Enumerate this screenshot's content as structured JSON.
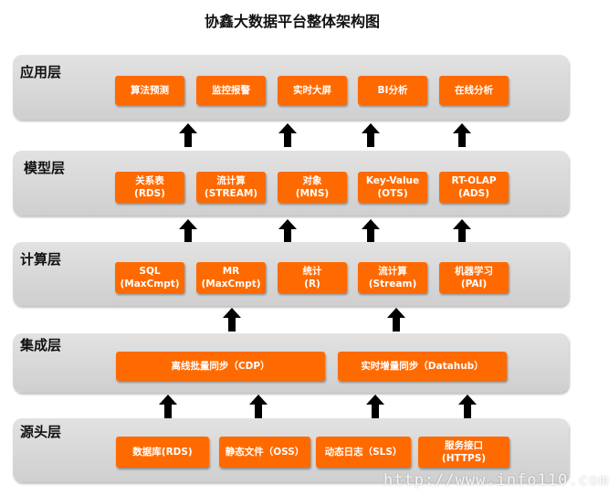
{
  "title": "协鑫大数据平台整体架构图",
  "layers": [
    {
      "label": "应用层",
      "boxes": [
        {
          "line1": "算法预测",
          "line2": ""
        },
        {
          "line1": "监控报警",
          "line2": ""
        },
        {
          "line1": "实时大屏",
          "line2": ""
        },
        {
          "line1": "BI分析",
          "line2": ""
        },
        {
          "line1": "在线分析",
          "line2": ""
        }
      ]
    },
    {
      "label": "模型层",
      "boxes": [
        {
          "line1": "关系表",
          "line2": "(RDS)"
        },
        {
          "line1": "流计算",
          "line2": "(STREAM)"
        },
        {
          "line1": "对象",
          "line2": "(MNS)"
        },
        {
          "line1": "Key-Value",
          "line2": "(OTS)"
        },
        {
          "line1": "RT-OLAP",
          "line2": "(ADS)"
        }
      ]
    },
    {
      "label": "计算层",
      "boxes": [
        {
          "line1": "SQL",
          "line2": "(MaxCmpt)"
        },
        {
          "line1": "MR",
          "line2": "(MaxCmpt)"
        },
        {
          "line1": "统计",
          "line2": "(R)"
        },
        {
          "line1": "流计算",
          "line2": "(Stream)"
        },
        {
          "line1": "机器学习",
          "line2": "(PAI)"
        }
      ]
    },
    {
      "label": "集成层",
      "boxes": [
        {
          "line1": "离线批量同步（CDP）",
          "line2": ""
        },
        {
          "line1": "实时增量同步（Datahub）",
          "line2": ""
        }
      ]
    },
    {
      "label": "源头层",
      "boxes": [
        {
          "line1": "数据库(RDS)",
          "line2": ""
        },
        {
          "line1": "静态文件（OSS）",
          "line2": ""
        },
        {
          "line1": "动态日志（SLS）",
          "line2": ""
        },
        {
          "line1": "服务接口",
          "line2": "(HTTPS)"
        }
      ]
    }
  ],
  "watermark": "http://www.info110.com",
  "colors": {
    "box_fill": "#ff6a00",
    "layer_fill": "#d9d9d9",
    "arrow": "#000000"
  }
}
